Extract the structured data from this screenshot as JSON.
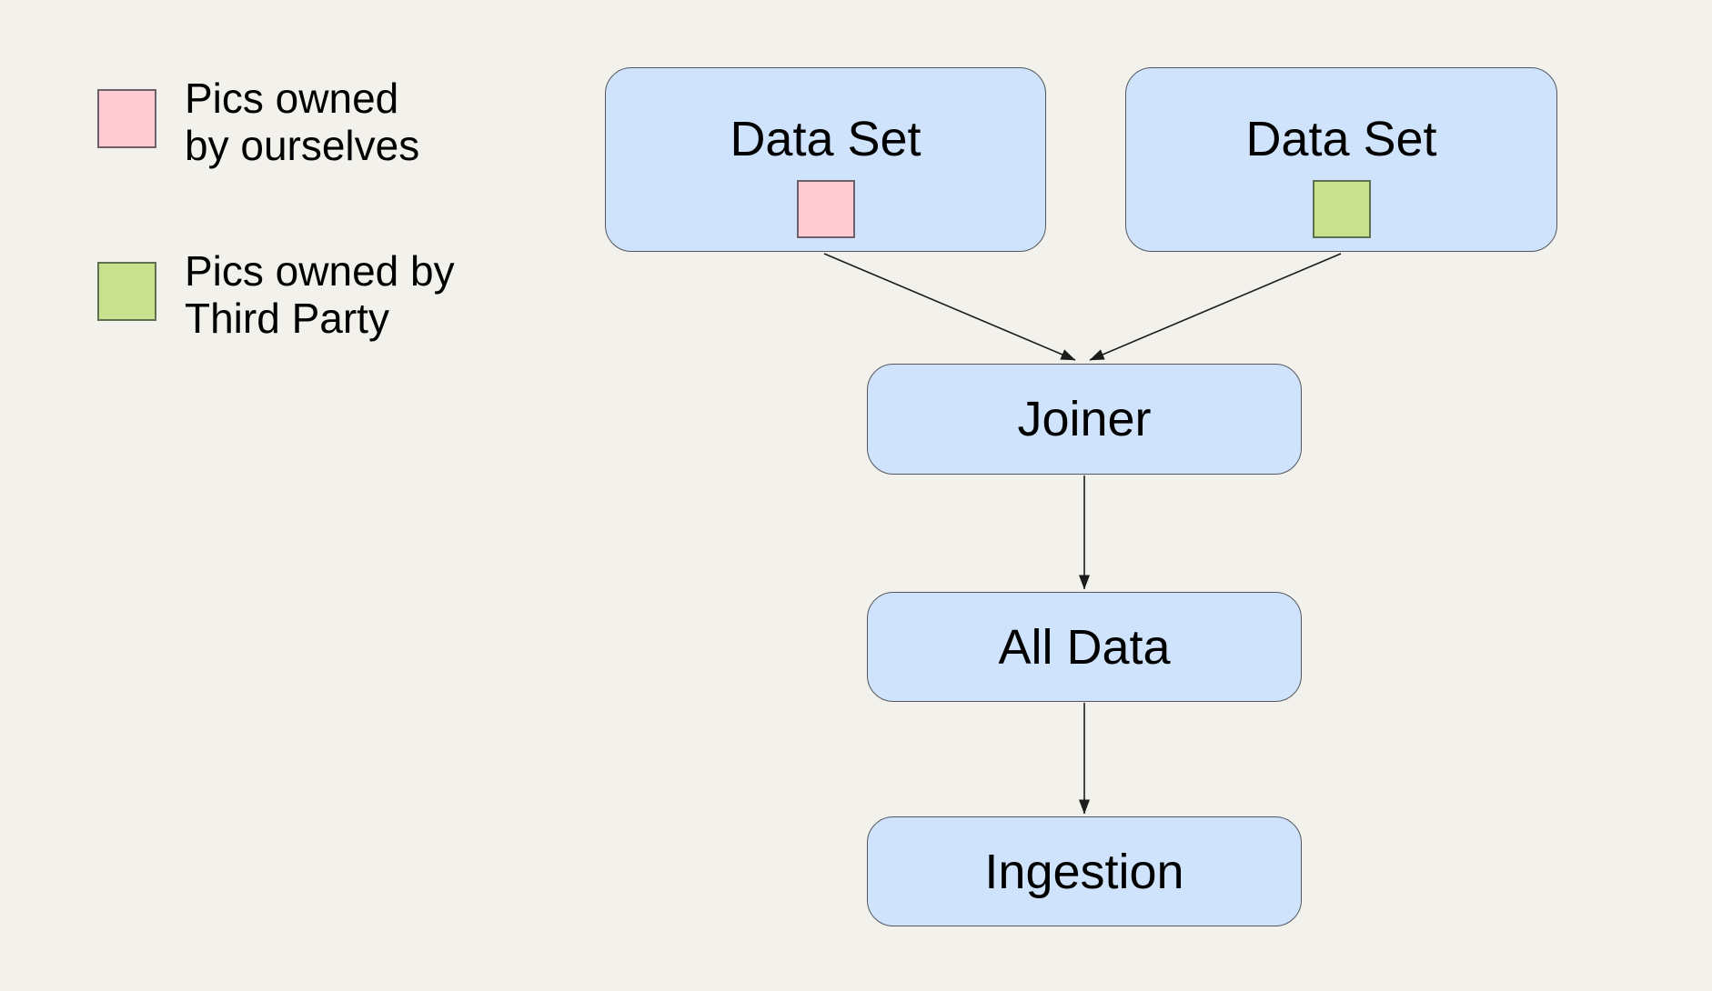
{
  "colors": {
    "background": "#f2f1ec",
    "node_fill": "#cfe3fc",
    "node_border": "#53575d",
    "pink_fill": "#ffccd4",
    "pink_border": "#6e6068",
    "green_fill": "#c9e18c",
    "green_border": "#5f7050",
    "arrow": "#1c1c1c",
    "text": "#000000"
  },
  "legend": {
    "items": [
      {
        "swatch": "pink",
        "line1": "Pics owned",
        "line2": "by ourselves"
      },
      {
        "swatch": "green",
        "line1": "Pics owned by",
        "line2": "Third Party"
      }
    ]
  },
  "nodes": {
    "dataset_ours": {
      "label": "Data Set",
      "swatch": "pink"
    },
    "dataset_third_party": {
      "label": "Data Set",
      "swatch": "green"
    },
    "joiner": {
      "label": "Joiner"
    },
    "all_data": {
      "label": "All Data"
    },
    "ingestion": {
      "label": "Ingestion"
    }
  },
  "edges": [
    {
      "from": "dataset_ours",
      "to": "joiner"
    },
    {
      "from": "dataset_third_party",
      "to": "joiner"
    },
    {
      "from": "joiner",
      "to": "all_data"
    },
    {
      "from": "all_data",
      "to": "ingestion"
    }
  ]
}
